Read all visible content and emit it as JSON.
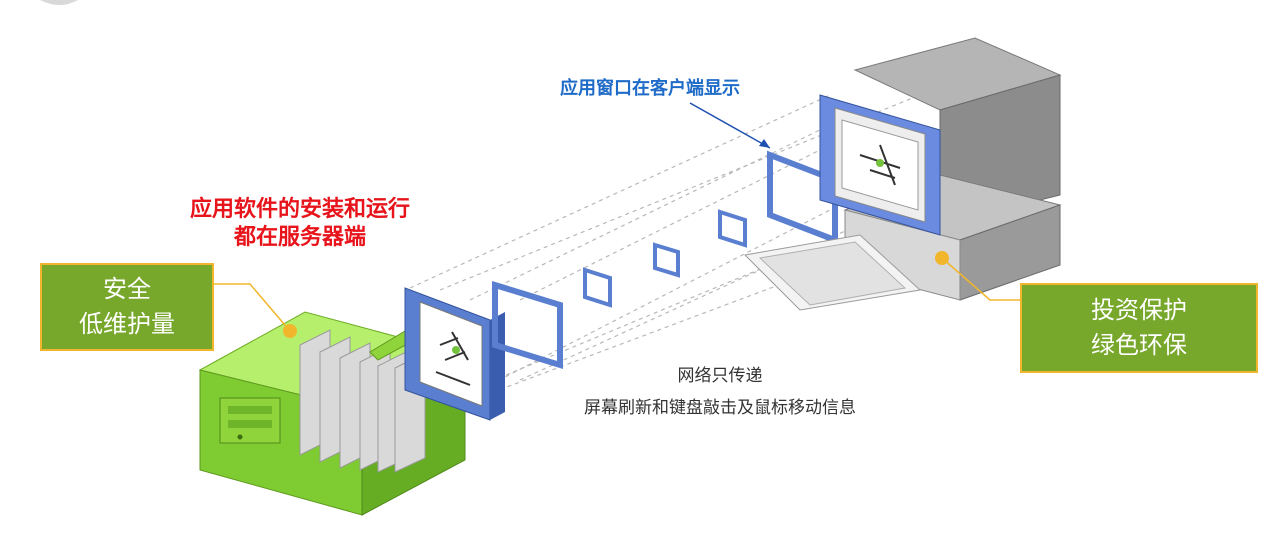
{
  "labels": {
    "server_caption_line1": "应用软件的安装和运行",
    "server_caption_line2": "都在服务器端",
    "client_caption": "应用窗口在客户端显示",
    "left_box_line1": "安全",
    "left_box_line2": "低维护量",
    "right_box_line1": "投资保护",
    "right_box_line2": "绿色环保",
    "network_line1": "网络只传递",
    "network_line2": "屏幕刷新和键盘敲击及鼠标移动信息"
  },
  "colors": {
    "red_caption": "#e8141b",
    "blue_caption": "#1f6bc8",
    "box_fill": "#77a72b",
    "box_border": "#f2b62c",
    "server_green": "#8fd43a",
    "window_blue": "#5a7fd0",
    "computer_gray": "#8c8c8c"
  }
}
